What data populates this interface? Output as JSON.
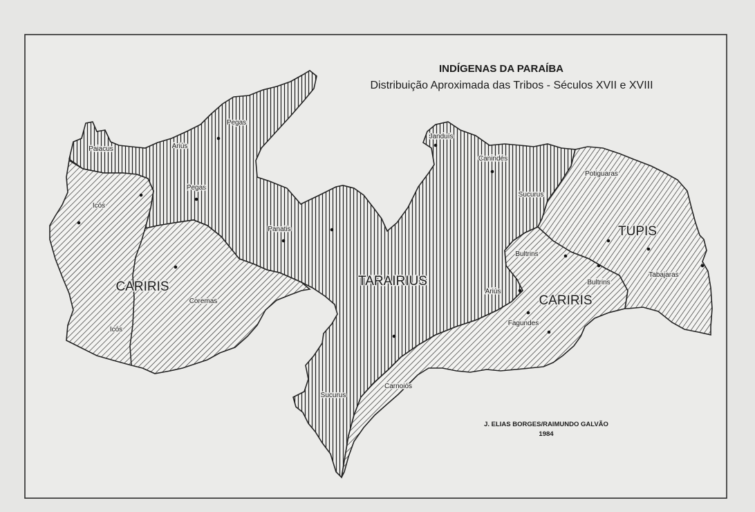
{
  "map": {
    "title": "INDÍGENAS DA PARAÍBA",
    "subtitle": "Distribuição Aproximada das Tribos - Séculos XVII e XVIII",
    "credit_line1": "J. ELIAS BORGES/RAIMUNDO GALVÃO",
    "credit_line2": "1984",
    "colors": {
      "paper": "#e6e6e4",
      "frame": "#2a2a2a",
      "ink": "#1a1a1a",
      "region_fill": "#f2f2f0"
    },
    "legend_patterns": {
      "tarairius_region": "vertical-stripes",
      "cariris_region": "diagonal-hatch",
      "tupis_region": "diagonal-hatch"
    },
    "groups": {
      "tarairius": "TARAIRIUS",
      "cariris_west": "CARIRIS",
      "cariris_east": "CARIRIS",
      "tupis": "TUPIS"
    },
    "tribes": {
      "paiacus": "Paiacus",
      "arius_north": "Ariús",
      "pegas_north": "Pegas",
      "pegas_mid": "Pegas",
      "icos_north": "Icós",
      "icos_south": "Icós",
      "panatis": "Panatis",
      "coremas": "Coremas",
      "jandui": "Janduís",
      "canindes": "Canindés",
      "sucurus_north": "Sucurus",
      "potiguaras": "Potiguaras",
      "bultrins_1": "Bultrins",
      "bultrins_2": "Bultrins",
      "tabajaras": "Tabajaras",
      "arius_south": "Ariús",
      "fagundes": "Fagundes",
      "carnoios": "Carnoiós",
      "sucurus_south": "Sucurus"
    }
  }
}
